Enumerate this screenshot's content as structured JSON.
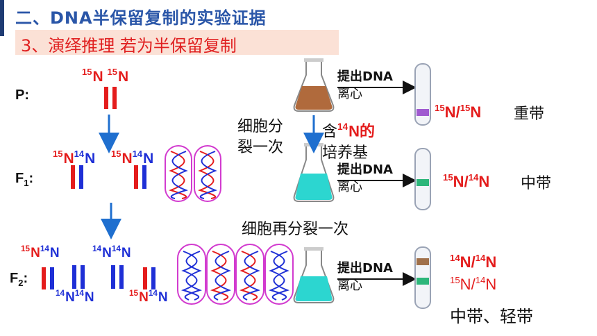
{
  "header": {
    "title": "二、DNA半保留复制的实验证据",
    "subtitle": "3、演绎推理   若为半保留复制"
  },
  "generations": {
    "p": "P:",
    "f1": "F",
    "f1_sub": "1",
    "f1_colon": ":",
    "f2": "F",
    "f2_sub": "2",
    "f2_colon": ":"
  },
  "labels": {
    "n15": "15",
    "n14": "14",
    "n": "N"
  },
  "process": {
    "extract": "提出DNA",
    "centrifuge": "离心"
  },
  "steps": {
    "divide_once_l1": "细胞分",
    "divide_once_l2": "裂一次",
    "medium_l1_pre": "含",
    "medium_l1_sup": "14",
    "medium_l1_post": "N的",
    "medium_l2": "培养基",
    "divide_again": "细胞再分裂一次"
  },
  "bands": {
    "heavy": "重带",
    "middle": "中带",
    "middle_light": "中带、轻带",
    "sep": "/"
  },
  "colors": {
    "heavy_strand": "#e41c1c",
    "light_strand": "#1e2fd6",
    "arrow": "#1f6fcf",
    "header": "#2a56a8",
    "band_heavy": "#a05ad0",
    "band_mid": "#2db67a",
    "band_light": "#a0704a",
    "liquid_p": "#b06a3c",
    "liquid_f": "#2cd6d0",
    "frame": "#d23bcf"
  }
}
